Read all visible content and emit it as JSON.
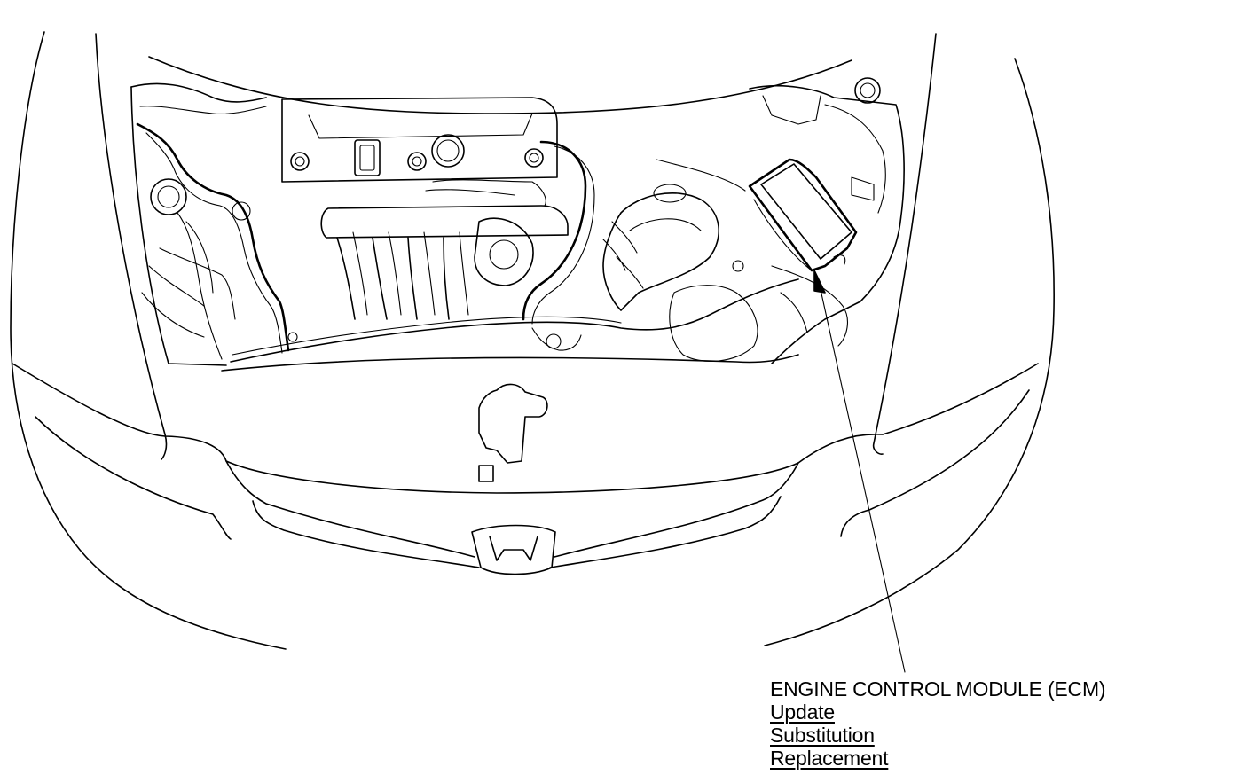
{
  "callout": {
    "title": "ENGINE CONTROL MODULE (ECM)",
    "links": [
      {
        "label": "Update"
      },
      {
        "label": "Substitution"
      },
      {
        "label": "Replacement"
      }
    ]
  }
}
